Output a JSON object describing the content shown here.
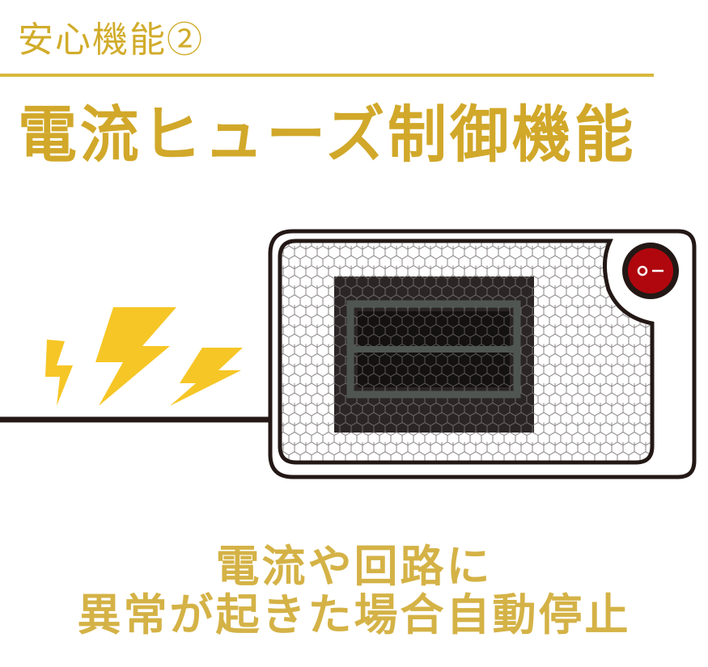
{
  "header": {
    "subtitle": "安心機能②",
    "title": "電流ヒューズ制御機能"
  },
  "illustration": {
    "power_switch_symbols": "○ –"
  },
  "caption": {
    "line1": "電流や回路に",
    "line2": "異常が起きた場合自動停止"
  },
  "colors": {
    "gold": "#d1ac2b",
    "bolt_yellow": "#f6c626",
    "switch_red": "#b0070e",
    "heater_outline": "#231815",
    "grille_dark": "#2e2a29",
    "grille_frame": "#4f5651"
  }
}
